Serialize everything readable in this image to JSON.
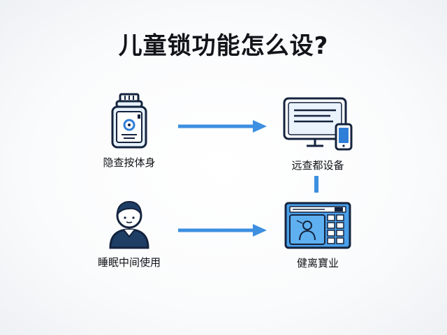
{
  "title": "儿童锁功能怎么设?",
  "nodes": {
    "top_left": {
      "label": "隐查按体身",
      "icon": "medicine-bottle-icon"
    },
    "top_right": {
      "label": "远查都设备",
      "icon": "monitor-phone-icon"
    },
    "bottom_left": {
      "label": "睡眠中间使用",
      "icon": "person-icon"
    },
    "bottom_right": {
      "label": "健离寶业",
      "icon": "settings-panel-icon"
    }
  },
  "colors": {
    "arrow": "#3d8fe0",
    "icon_stroke": "#14233d",
    "icon_fill_light": "#e6f1fb",
    "panel_fill": "#4aa0ea",
    "accent_blue": "#2f7ed8"
  }
}
